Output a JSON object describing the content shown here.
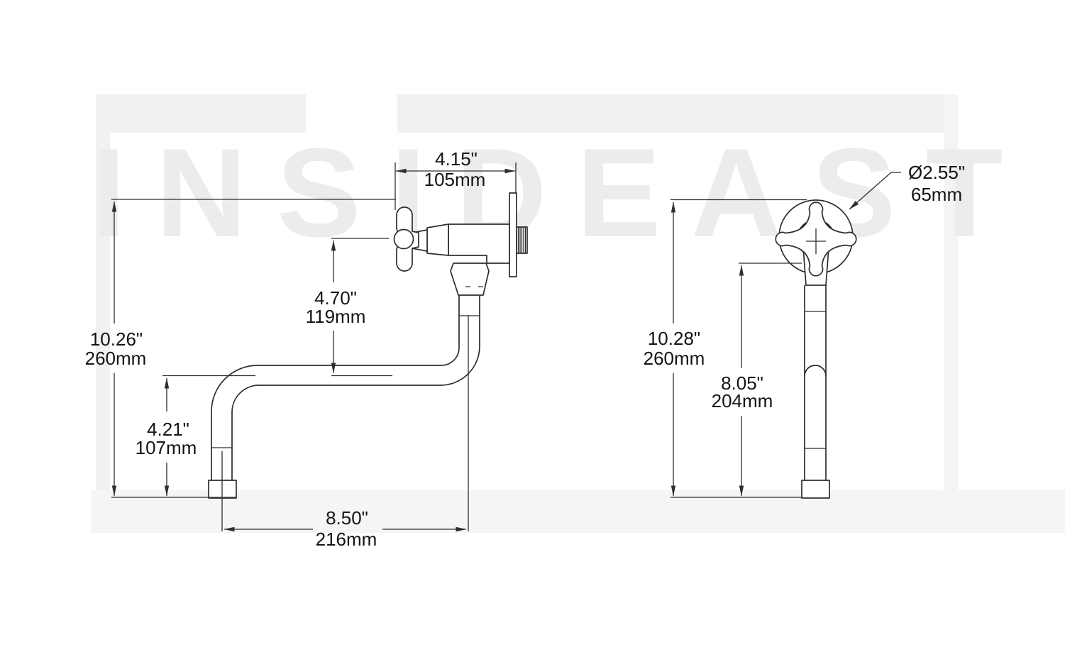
{
  "watermark": {
    "text": "INSIDEAST"
  },
  "side_view": {
    "dims": {
      "top_width": {
        "in": "4.15\"",
        "mm": "105mm"
      },
      "handle_to_spout": {
        "in": "4.70\"",
        "mm": "119mm"
      },
      "overall_height": {
        "in": "10.26\"",
        "mm": "260mm"
      },
      "spout_drop": {
        "in": "4.21\"",
        "mm": "107mm"
      },
      "spout_reach": {
        "in": "8.50\"",
        "mm": "216mm"
      }
    }
  },
  "front_view": {
    "dims": {
      "handle_diameter": {
        "in": "Ø2.55\"",
        "mm": "65mm"
      },
      "overall_height": {
        "in": "10.28\"",
        "mm": "260mm"
      },
      "body_height": {
        "in": "8.05\"",
        "mm": "204mm"
      }
    }
  }
}
